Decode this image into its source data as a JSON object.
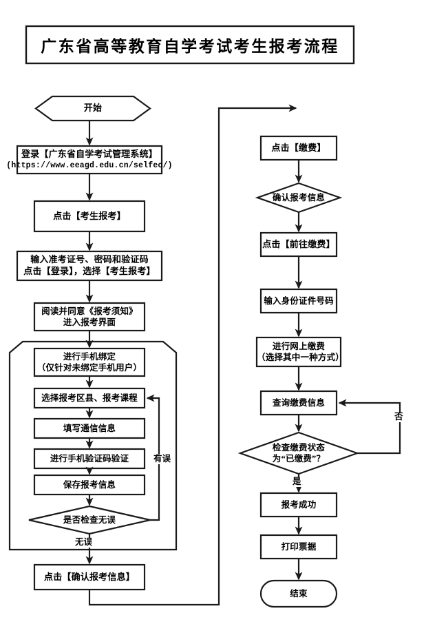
{
  "document": {
    "title": "广东省高等教育自学考试考生报考流程",
    "type": "flowchart"
  },
  "chart_data": {
    "type": "diagram",
    "title": "广东省高等教育自学考试考生报考流程",
    "nodes": [
      {
        "id": "start",
        "label": "开始",
        "shape": "hexagon",
        "column": "left"
      },
      {
        "id": "login",
        "label": "登录【广东省自学考试管理系统】",
        "label2": "(https://www.eeagd.edu.cn/selfec/)",
        "shape": "rect",
        "column": "left"
      },
      {
        "id": "click1",
        "label": "点击【考生报考】",
        "shape": "rect",
        "column": "left"
      },
      {
        "id": "input1",
        "label": "输入准考证号、密码和验证码\n点击【登录】，选择【考生报考】",
        "shape": "rect",
        "column": "left"
      },
      {
        "id": "read",
        "label": "阅读并同意《报考须知》\n进入报考界面",
        "shape": "rect",
        "column": "left"
      },
      {
        "id": "bind",
        "label": "进行手机绑定\n（仅针对未绑定手机用户）",
        "shape": "rect",
        "column": "left"
      },
      {
        "id": "choose",
        "label": "选择报考区县、报考课程",
        "shape": "rect",
        "column": "left"
      },
      {
        "id": "fill",
        "label": "填写通信信息",
        "shape": "rect",
        "column": "left"
      },
      {
        "id": "verify",
        "label": "进行手机验证码验证",
        "shape": "rect",
        "column": "left"
      },
      {
        "id": "save",
        "label": "保存报考信息",
        "shape": "rect",
        "column": "left"
      },
      {
        "id": "check1",
        "label": "是否检查无误",
        "shape": "diamond",
        "column": "left"
      },
      {
        "id": "confirm",
        "label": "点击【确认报考信息】",
        "shape": "rect",
        "column": "left"
      },
      {
        "id": "pay",
        "label": "点击【缴费】",
        "shape": "rect",
        "column": "right"
      },
      {
        "id": "confirm2",
        "label": "确认报考信息",
        "shape": "diamond",
        "column": "right"
      },
      {
        "id": "gopay",
        "label": "点击【前往缴费】",
        "shape": "rect",
        "column": "right"
      },
      {
        "id": "idnum",
        "label": "输入身份证件号码",
        "shape": "rect",
        "column": "right"
      },
      {
        "id": "online",
        "label": "进行网上缴费\n（选择其中一种方式）",
        "shape": "rect",
        "column": "right"
      },
      {
        "id": "query",
        "label": "查询缴费信息",
        "shape": "rect",
        "column": "right"
      },
      {
        "id": "check2",
        "label": "检查缴费状态\n为“已缴费”？",
        "shape": "diamond",
        "column": "right"
      },
      {
        "id": "success",
        "label": "报考成功",
        "shape": "rect",
        "column": "right"
      },
      {
        "id": "print",
        "label": "打印票据",
        "shape": "rect",
        "column": "right"
      },
      {
        "id": "end",
        "label": "结束",
        "shape": "stadium",
        "column": "right"
      }
    ],
    "edge_labels": {
      "error_loop": "有误",
      "no_error": "无误",
      "yes": "是",
      "no": "否"
    },
    "group_note": "未绑定手机用户分组框（左列带切角的外框）"
  },
  "colors": {
    "stroke": "#1a1a1a",
    "fill": "#ffffff",
    "text": "#000000"
  }
}
